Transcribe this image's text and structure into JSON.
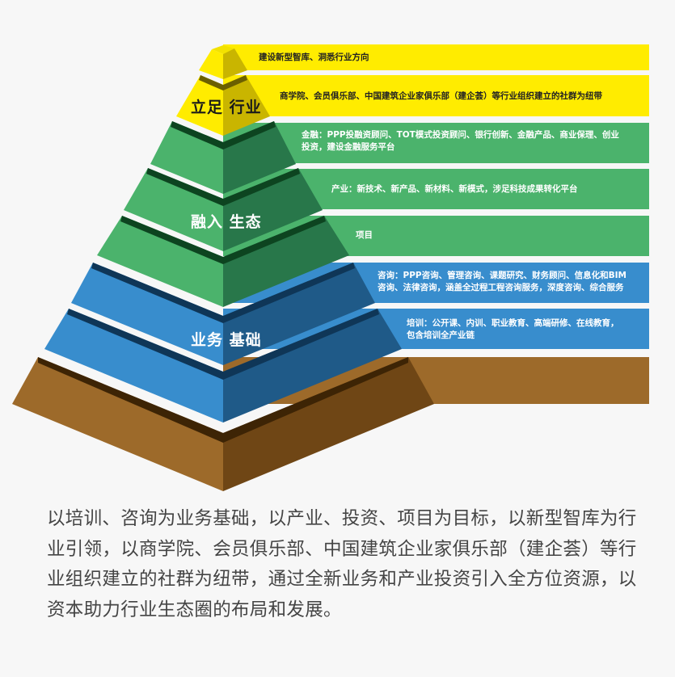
{
  "diagram": {
    "type": "layered-pyramid",
    "colors": {
      "yellow": "#ffec00",
      "yellow_dark": "#c9b500",
      "yellow_shadow": "#6b5f00",
      "green": "#4bb36c",
      "green_dark": "#28774a",
      "green_shadow": "#0d4420",
      "blue": "#388dcd",
      "blue_dark": "#1f5a88",
      "blue_shadow": "#0f3657",
      "brown": "#9d6a2a",
      "brown_dark": "#6f4615",
      "brown_shadow": "#3d2405",
      "background": "#f7f7f7"
    },
    "tier_labels": [
      {
        "text": "立足 行业",
        "group": "yellow"
      },
      {
        "text": "融入 生态",
        "group": "green"
      },
      {
        "text": "业务 基础",
        "group": "blue"
      }
    ],
    "bands": [
      {
        "group": "yellow",
        "text": "建设新型智库、洞悉行业方向"
      },
      {
        "group": "yellow",
        "text": "商学院、会员俱乐部、中国建筑企业家俱乐部（建企荟）等行业组织建立的社群为纽带"
      },
      {
        "group": "green",
        "text": "金融：PPP投融资顾问、TOT模式投资顾问、银行创新、金融产品、商业保理、创业\n投资，建设金融服务平台"
      },
      {
        "group": "green",
        "text": "产业：新技术、新产品、新材料、新模式，涉足科技成果转化平台"
      },
      {
        "group": "green",
        "text": "项目"
      },
      {
        "group": "blue",
        "text": "咨询：PPP咨询、管理咨询、课题研究、财务顾问、信息化和BIM\n咨询、法律咨询，涵盖全过程工程咨询服务，深度咨询、综合服务"
      },
      {
        "group": "blue",
        "text": "培训：公开课、内训、职业教育、高端研修、在线教育，\n包含培训全产业链"
      },
      {
        "group": "brown",
        "text": ""
      }
    ]
  },
  "caption": "以培训、咨询为业务基础，以产业、投资、项目为目标，以新型智库为行业引领，以商学院、会员俱乐部、中国建筑企业家俱乐部（建企荟）等行业组织建立的社群为纽带，通过全新业务和产业投资引入全方位资源，以资本助力行业生态圈的布局和发展。"
}
